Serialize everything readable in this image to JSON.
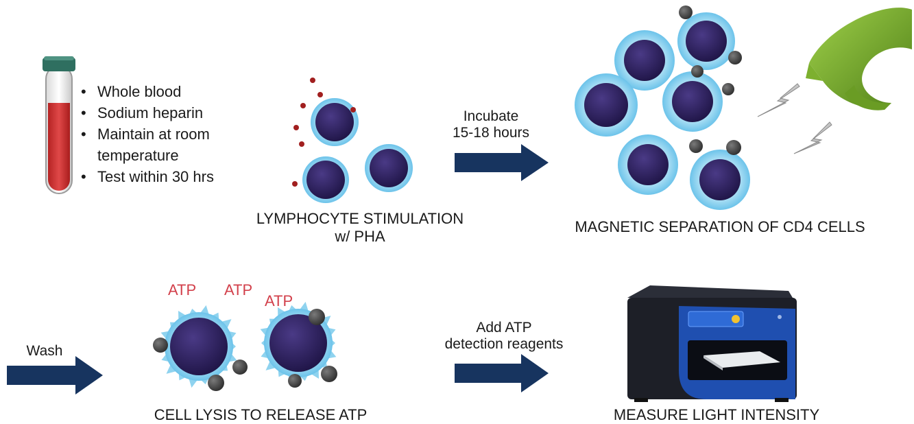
{
  "colors": {
    "arrow": "#17345f",
    "cell_core": "#2c1f5c",
    "cell_halo": "#8fd3ef",
    "bead": "#4a4a4a",
    "pha_dot": "#a11f1f",
    "atp_text": "#d2404b",
    "magnet_green": "#7db02f",
    "tube_cap": "#2f6f60",
    "blood": "#d73434",
    "device_body": "#1d1f27",
    "device_panel": "#1f4fb0"
  },
  "blood_sample": {
    "bullets": [
      {
        "text": "Whole blood",
        "bullet": true
      },
      {
        "text": "Sodium heparin",
        "bullet": true
      },
      {
        "text": "Maintain at room",
        "bullet": true
      },
      {
        "text": "temperature",
        "bullet": false
      },
      {
        "text": "Test within 30 hrs",
        "bullet": true
      }
    ]
  },
  "steps": {
    "stimulation": {
      "caption_line1": "LYMPHOCYTE STIMULATION",
      "caption_line2": "w/ PHA"
    },
    "incubate": {
      "line1": "Incubate",
      "line2": "15-18 hours"
    },
    "separation": {
      "caption": "MAGNETIC SEPARATION OF CD4 CELLS"
    },
    "wash": {
      "label": "Wash"
    },
    "lysis": {
      "caption": "CELL LYSIS TO RELEASE ATP",
      "atp_labels": [
        "ATP",
        "ATP",
        "ATP"
      ]
    },
    "reagents": {
      "line1": "Add ATP",
      "line2": "detection reagents"
    },
    "measure": {
      "caption": "MEASURE LIGHT INTENSITY"
    }
  }
}
